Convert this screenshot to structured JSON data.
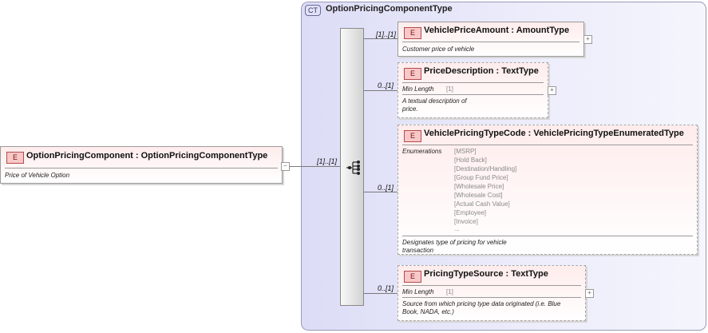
{
  "root": {
    "badge": "E",
    "name": "OptionPricingComponent : OptionPricingComponentType",
    "doc": "Price of Vehicle Option",
    "cardinality": "[1]..[1]",
    "collapse_symbol": "−"
  },
  "complex_type": {
    "badge": "CT",
    "name": "OptionPricingComponentType"
  },
  "elements": [
    {
      "badge": "E",
      "name": "VehiclePriceAmount : AmountType",
      "cardinality": "[1]..[1]",
      "doc": "Customer price of vehicle",
      "expand_symbol": "+"
    },
    {
      "badge": "E",
      "name": "PriceDescription : TextType",
      "cardinality": "0..[1]",
      "facet_label": "Min Length",
      "facet_value": "[1]",
      "doc_line1": "A textual description of",
      "doc_line2": "price.",
      "expand_symbol": "+"
    },
    {
      "badge": "E",
      "name": "VehiclePricingTypeCode : VehiclePricingTypeEnumeratedType",
      "cardinality": "0..[1]",
      "facet_label": "Enumerations",
      "enumerations": [
        "[MSRP]",
        "[Hold Back]",
        "[Destination/Handling]",
        "[Group Fund Price]",
        "[Wholesale Price]",
        "[Wholesale Cost]",
        "[Actual Cash Value]",
        "[Employee]",
        "[Invoice]",
        "..."
      ],
      "doc_line1": "Designates type of pricing for vehicle",
      "doc_line2": "transaction"
    },
    {
      "badge": "E",
      "name": "PricingTypeSource : TextType",
      "cardinality": "0..[1]",
      "facet_label": "Min Length",
      "facet_value": "[1]",
      "doc_line1": "Source from which pricing type data originated (i.e. Blue",
      "doc_line2": "Book, NADA, etc.)",
      "expand_symbol": "+"
    }
  ]
}
